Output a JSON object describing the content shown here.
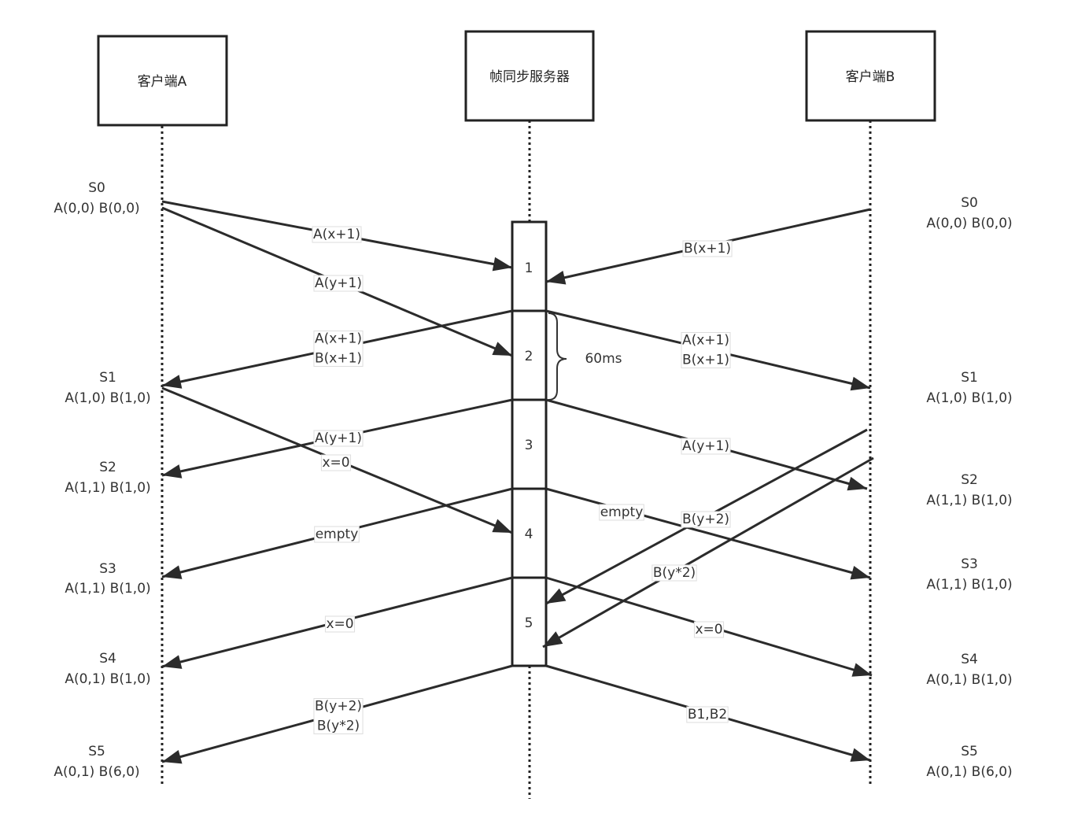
{
  "participants": {
    "client_a": "客户端A",
    "server": "帧同步服务器",
    "client_b": "客户端B"
  },
  "frames": [
    "1",
    "2",
    "3",
    "4",
    "5"
  ],
  "interval_label": "60ms",
  "messages": [
    {
      "from": "client_a",
      "to": "server",
      "label": [
        "A(x+1)"
      ]
    },
    {
      "from": "client_a",
      "to": "server",
      "label": [
        "A(y+1)"
      ]
    },
    {
      "from": "client_b",
      "to": "server",
      "label": [
        "B(x+1)"
      ]
    },
    {
      "from": "server",
      "to": "client_a",
      "label": [
        "A(x+1)",
        "B(x+1)"
      ]
    },
    {
      "from": "server",
      "to": "client_b",
      "label": [
        "A(x+1)",
        "B(x+1)"
      ]
    },
    {
      "from": "client_a",
      "to": "server",
      "label": [
        "x=0"
      ]
    },
    {
      "from": "server",
      "to": "client_a",
      "label": [
        "A(y+1)"
      ]
    },
    {
      "from": "server",
      "to": "client_b",
      "label": [
        "A(y+1)"
      ]
    },
    {
      "from": "server",
      "to": "client_a",
      "label": [
        "empty"
      ]
    },
    {
      "from": "server",
      "to": "client_b",
      "label": [
        "empty"
      ]
    },
    {
      "from": "client_b",
      "to": "server",
      "label": [
        "B(y+2)"
      ]
    },
    {
      "from": "client_b",
      "to": "server",
      "label": [
        "B(y*2)"
      ]
    },
    {
      "from": "server",
      "to": "client_a",
      "label": [
        "x=0"
      ]
    },
    {
      "from": "server",
      "to": "client_b",
      "label": [
        "x=0"
      ]
    },
    {
      "from": "server",
      "to": "client_a",
      "label": [
        "B(y+2)",
        "B(y*2)"
      ]
    },
    {
      "from": "server",
      "to": "client_b",
      "label": [
        "B1,B2"
      ]
    }
  ],
  "states_a": [
    {
      "name": "S0",
      "value": "A(0,0) B(0,0)"
    },
    {
      "name": "S1",
      "value": "A(1,0) B(1,0)"
    },
    {
      "name": "S2",
      "value": "A(1,1) B(1,0)"
    },
    {
      "name": "S3",
      "value": "A(1,1) B(1,0)"
    },
    {
      "name": "S4",
      "value": "A(0,1) B(1,0)"
    },
    {
      "name": "S5",
      "value": "A(0,1) B(6,0)"
    }
  ],
  "states_b": [
    {
      "name": "S0",
      "value": "A(0,0) B(0,0)"
    },
    {
      "name": "S1",
      "value": "A(1,0) B(1,0)"
    },
    {
      "name": "S2",
      "value": "A(1,1) B(1,0)"
    },
    {
      "name": "S3",
      "value": "A(1,1) B(1,0)"
    },
    {
      "name": "S4",
      "value": "A(0,1) B(1,0)"
    },
    {
      "name": "S5",
      "value": "A(0,1) B(6,0)"
    }
  ]
}
